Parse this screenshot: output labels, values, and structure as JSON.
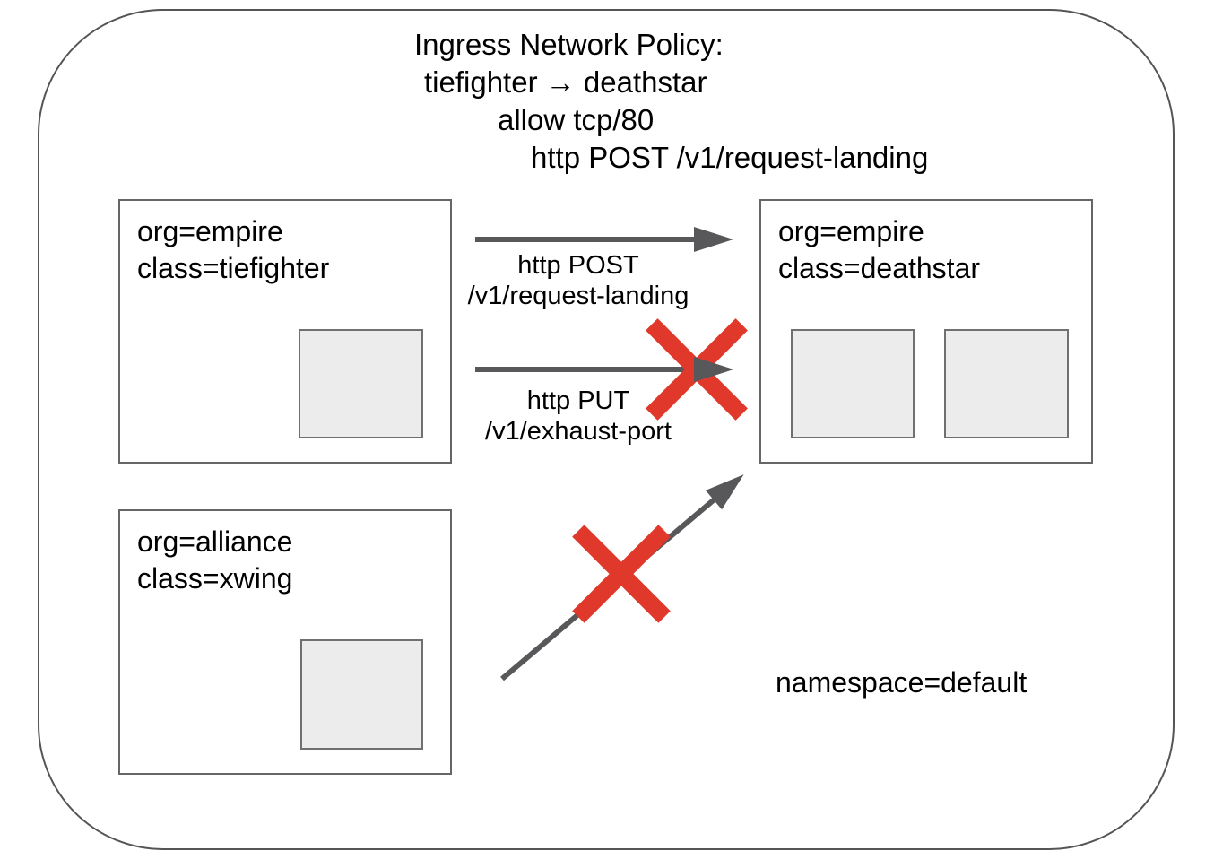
{
  "title": {
    "lines": [
      "Ingress Network Policy:",
      "tiefighter → deathstar",
      "allow tcp/80",
      "http POST /v1/request-landing"
    ]
  },
  "nodes": {
    "tiefighter": {
      "labels": [
        "org=empire",
        "class=tiefighter"
      ],
      "pods": 1
    },
    "deathstar": {
      "labels": [
        "org=empire",
        "class=deathstar"
      ],
      "pods": 2
    },
    "xwing": {
      "labels": [
        "org=alliance",
        "class=xwing"
      ],
      "pods": 1
    }
  },
  "edges": [
    {
      "from": "tiefighter",
      "to": "deathstar",
      "result": "allowed",
      "label_lines": [
        "http POST",
        "/v1/request-landing"
      ]
    },
    {
      "from": "tiefighter",
      "to": "deathstar",
      "result": "denied",
      "label_lines": [
        "http PUT",
        "/v1/exhaust-port"
      ]
    },
    {
      "from": "xwing",
      "to": "deathstar",
      "result": "denied",
      "label_lines": []
    }
  ],
  "namespace": {
    "label": "namespace=default"
  },
  "colors": {
    "arrow_gray": "#58585a",
    "denied_red": "#e0392b",
    "pod_fill": "#ececec",
    "box_border": "#666668",
    "boundary_border": "#555557"
  }
}
